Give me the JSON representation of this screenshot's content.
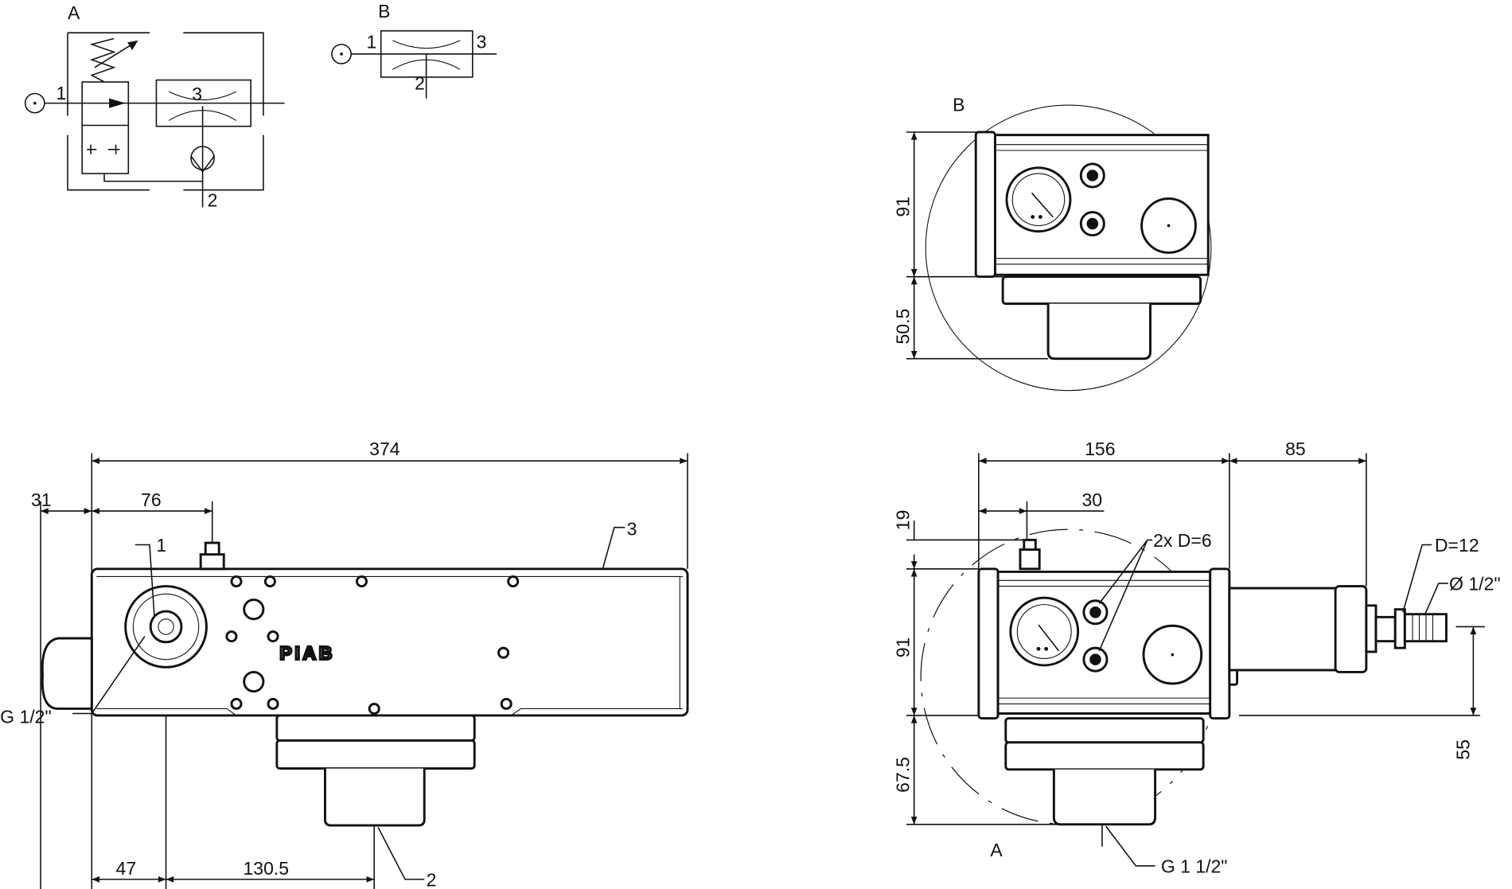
{
  "schematic_a": {
    "label": "A",
    "port_1": "1",
    "port_2": "2",
    "port_3": "3"
  },
  "schematic_b": {
    "label": "B",
    "port_1": "1",
    "port_2": "2",
    "port_3": "3"
  },
  "side_view": {
    "dim_total": "374",
    "dim_nozzle": "76",
    "dim_handle": "31",
    "dim_port_offset": "47",
    "dim_outlet": "130.5",
    "callout_1": "1",
    "callout_2": "2",
    "callout_3": "3",
    "thread_label": "G 1/2\"",
    "logo": "PIAB"
  },
  "detail_b": {
    "label": "B",
    "dim_height": "91",
    "dim_base": "50.5"
  },
  "front_view": {
    "dim_width": "156",
    "dim_mount": "85",
    "dim_nozzle": "30",
    "dim_nozzle_h": "19",
    "dim_height": "91",
    "dim_base": "67.5",
    "dim_outlet_h": "55",
    "ports_label": "2x D=6",
    "hose_label": "D=12",
    "diameter_label": "Ø 1/2\"",
    "detail_label": "A",
    "thread_label": "G 1 1/2\""
  }
}
